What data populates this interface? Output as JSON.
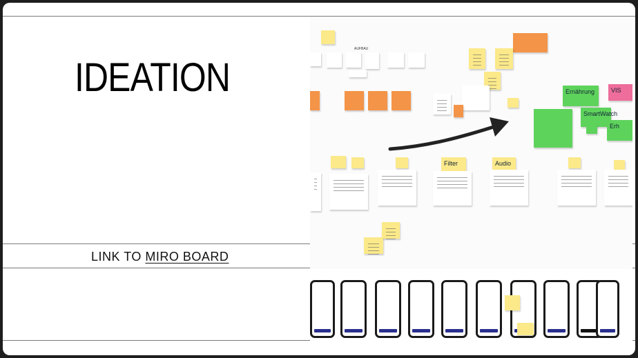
{
  "slide": {
    "title": "IDEATION",
    "link_prefix": "LINK TO",
    "link_label": "MIRO BOARD"
  },
  "board": {
    "green_labels": [
      "Ernährung",
      "SmartWatch",
      "Erh"
    ],
    "pink_label": "VIS",
    "section_titles": [
      "Filter",
      "Audio"
    ],
    "board_name_tag": "AUFBAU"
  },
  "colors": {
    "yellow": "#fbe98a",
    "orange": "#f39448",
    "green": "#5ed35c",
    "pink": "#ee6d9b",
    "phone_bar": "#2a2f8e"
  }
}
